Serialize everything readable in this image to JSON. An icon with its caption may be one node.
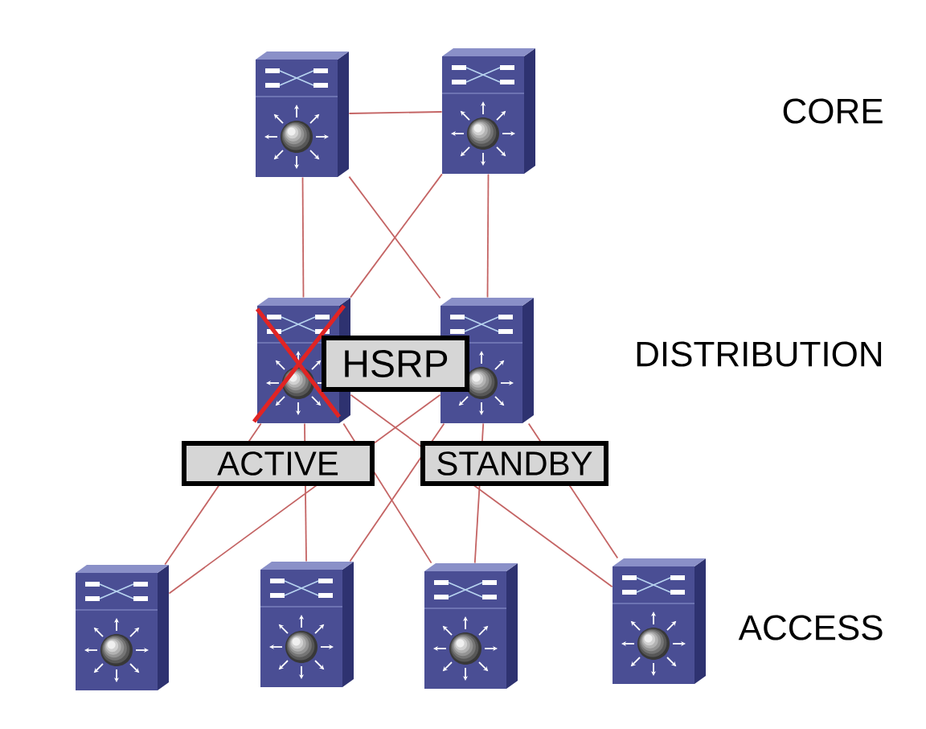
{
  "diagram": {
    "nodes": [
      {
        "text": [],
        "shape": "picture"
      },
      {
        "text": [],
        "shape": "picture"
      },
      {
        "text": [],
        "shape": "picture",
        "beside": [
          "ACTIVE"
        ]
      },
      {
        "text": [],
        "shape": "picture",
        "beside": [
          "STANDBY"
        ]
      },
      {
        "text": [
          "HSRP"
        ]
      },
      {
        "text": [],
        "shape": "picture"
      },
      {
        "text": [],
        "shape": "picture"
      },
      {
        "text": [],
        "shape": "picture"
      },
      {
        "text": [],
        "shape": "picture"
      }
    ],
    "edges": [
      {
        "from": 0,
        "to": 1,
        "arrow": "none"
      },
      {
        "from": 0,
        "to": 2,
        "arrow": "none"
      },
      {
        "from": 0,
        "to": 3,
        "arrow": "none"
      },
      {
        "from": 1,
        "to": 2,
        "arrow": "none"
      },
      {
        "from": 1,
        "to": 3,
        "arrow": "none"
      },
      {
        "from": 2,
        "to": 5,
        "arrow": "none"
      },
      {
        "from": 2,
        "to": 6,
        "arrow": "none"
      },
      {
        "from": 2,
        "to": 7,
        "arrow": "none"
      },
      {
        "from": 2,
        "to": 8,
        "arrow": "none"
      },
      {
        "from": 3,
        "to": 5,
        "arrow": "none"
      },
      {
        "from": 3,
        "to": 6,
        "arrow": "none"
      },
      {
        "from": 3,
        "to": 7,
        "arrow": "none"
      },
      {
        "from": 3,
        "to": 8,
        "arrow": "none"
      }
    ],
    "labels": [
      "CORE",
      "DISTRIBUTION",
      "ACCESS"
    ]
  }
}
